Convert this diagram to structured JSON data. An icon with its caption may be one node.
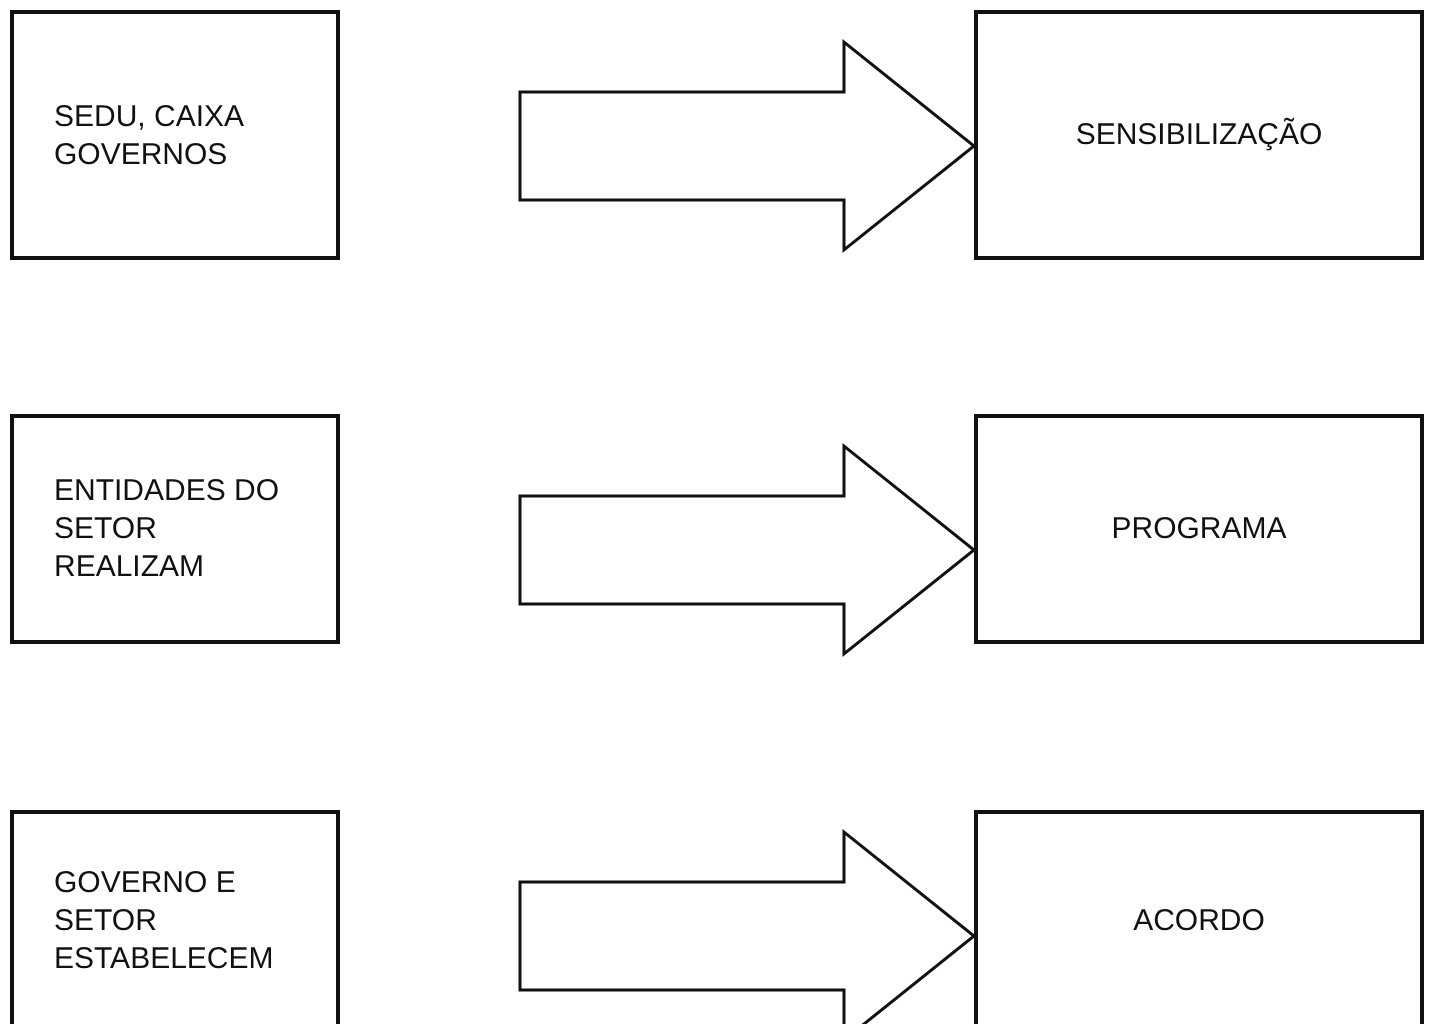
{
  "diagram": {
    "nodes": [
      {
        "text": [
          "SEDU, CAIXA GOVERNOS"
        ]
      },
      {
        "text": [
          "SENSIBILIZAÇÃO"
        ]
      },
      {
        "text": [
          "ENTIDADES DO SETOR REALIZAM"
        ]
      },
      {
        "text": [
          "PROGRAMA"
        ]
      },
      {
        "text": [
          "GOVERNO E SETOR ESTABELECEM"
        ]
      },
      {
        "text": [
          "ACORDO"
        ]
      }
    ],
    "edges": [
      {
        "from": 0,
        "to": 1,
        "arrow": "to"
      },
      {
        "from": 2,
        "to": 3,
        "arrow": "to"
      },
      {
        "from": 4,
        "to": 5,
        "arrow": "to"
      }
    ]
  }
}
